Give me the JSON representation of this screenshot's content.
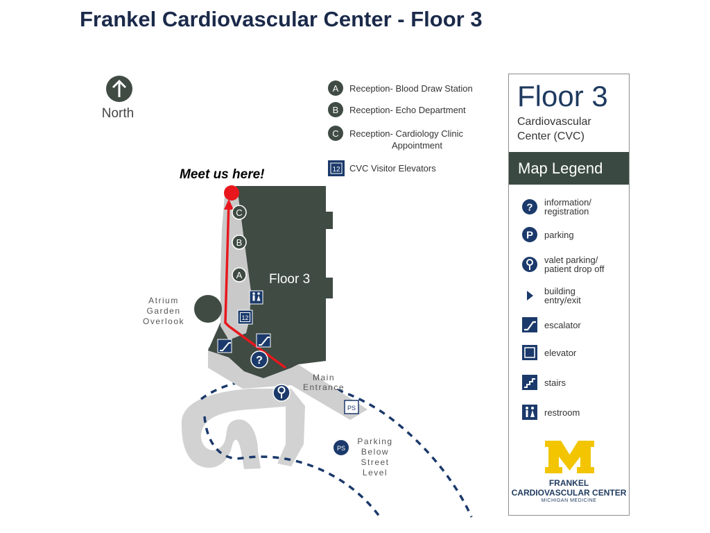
{
  "title": "Frankel Cardiovascular Center - Floor 3",
  "north_label": "North",
  "annotation": "Meet us here!",
  "map_labels": {
    "floor": "Floor 3",
    "atrium": [
      "Atrium",
      "Garden",
      "Overlook"
    ],
    "main_entrance": [
      "Main",
      "Entrance"
    ],
    "parking_below": [
      "Parking",
      "Below",
      "Street",
      "Level"
    ],
    "elevator_number": "12",
    "ps": "PS",
    "stop_labels": [
      "C",
      "B",
      "A"
    ]
  },
  "reception_key": [
    {
      "letter": "A",
      "lines": [
        "Reception- Blood Draw Station"
      ]
    },
    {
      "letter": "B",
      "lines": [
        "Reception- Echo Department"
      ]
    },
    {
      "letter": "C",
      "lines": [
        "Reception- Cardiology Clinic",
        "Appointment"
      ]
    },
    {
      "letter": "12",
      "lines": [
        "CVC Visitor Elevators"
      ]
    }
  ],
  "legend_panel": {
    "floor_title": "Floor 3",
    "subtitle": [
      "Cardiovascular",
      "Center (CVC)"
    ],
    "header": "Map Legend",
    "items": [
      {
        "icon": "information-icon",
        "lines": [
          "information/",
          "registration"
        ]
      },
      {
        "icon": "parking-icon",
        "lines": [
          "parking"
        ]
      },
      {
        "icon": "valet-parking-icon",
        "lines": [
          "valet parking/",
          "patient drop off"
        ]
      },
      {
        "icon": "building-entry-icon",
        "lines": [
          "building",
          "entry/exit"
        ]
      },
      {
        "icon": "escalator-icon",
        "lines": [
          "escalator"
        ]
      },
      {
        "icon": "elevator-icon",
        "lines": [
          "elevator"
        ]
      },
      {
        "icon": "stairs-icon",
        "lines": [
          "stairs"
        ]
      },
      {
        "icon": "restroom-icon",
        "lines": [
          "restroom"
        ]
      }
    ],
    "logo_lines": [
      "FRANKEL",
      "CARDIOVASCULAR CENTER",
      "MICHIGAN MEDICINE"
    ]
  },
  "colors": {
    "navy": "#1b3a6b",
    "building": "#3f4b43",
    "corridor": "#cfcfcf",
    "route": "#e8171d",
    "maize": "#f2c500"
  }
}
